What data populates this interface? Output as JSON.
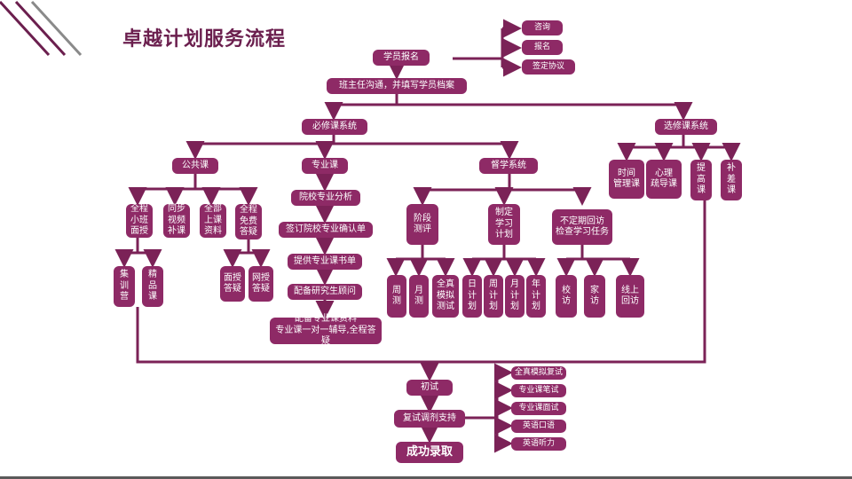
{
  "title": "卓越计划服务流程",
  "colors": {
    "box": "#8e2a66",
    "line": "#7b2257",
    "title": "#6b1f4e"
  },
  "nodes": {
    "register": "学员报名",
    "consult": "咨询",
    "signup": "报名",
    "agreement": "签定协议",
    "teacher_talk": "班主任沟通，并填写学员档案",
    "required": "必修课系统",
    "elective": "选修课系统",
    "public": "公共课",
    "major": "专业课",
    "supervise": "督学系统",
    "pub_full": "全程\n小班\n面授",
    "pub_sync": "同步\n视频\n补课",
    "pub_all": "全部\n上课\n资料",
    "pub_free": "全程\n免费\n答疑",
    "camp": "集\n训\n营",
    "fine": "精\n品\n课",
    "face_qa": "面授\n答疑",
    "net_qa": "网授\n答疑",
    "maj_analysis": "院校专业分析",
    "maj_confirm": "签订院校专业确认单",
    "maj_booklist": "提供专业课书单",
    "maj_advisor": "配备研究生顾问",
    "maj_material": "配备专业课资料\n专业课一对一辅导,全程答疑",
    "sup_stage": "阶段\n测评",
    "sup_plan": "制定\n学习\n计划",
    "sup_irregular": "不定期回访\n检查学习任务",
    "weekly_test": "周\n测",
    "monthly_test": "月\n测",
    "mock_test": "全真\n模拟\n测试",
    "day_plan": "日\n计\n划",
    "week_plan": "周\n计\n划",
    "month_plan": "月\n计\n划",
    "year_plan": "年\n计\n划",
    "school_visit": "校\n访",
    "home_visit": "家\n访",
    "online_visit": "线上\n回访",
    "el_time": "时间\n管理课",
    "el_psych": "心理\n疏导课",
    "el_boost": "提\n高\n课",
    "el_remedy": "补\n差\n课",
    "first_exam": "初试",
    "retest_support": "复试调剂支持",
    "success": "成功录取",
    "rt_mock": "全真模拟复试",
    "rt_written": "专业课笔试",
    "rt_interview": "专业课面试",
    "rt_oral": "英语口语",
    "rt_listen": "英语听力"
  }
}
